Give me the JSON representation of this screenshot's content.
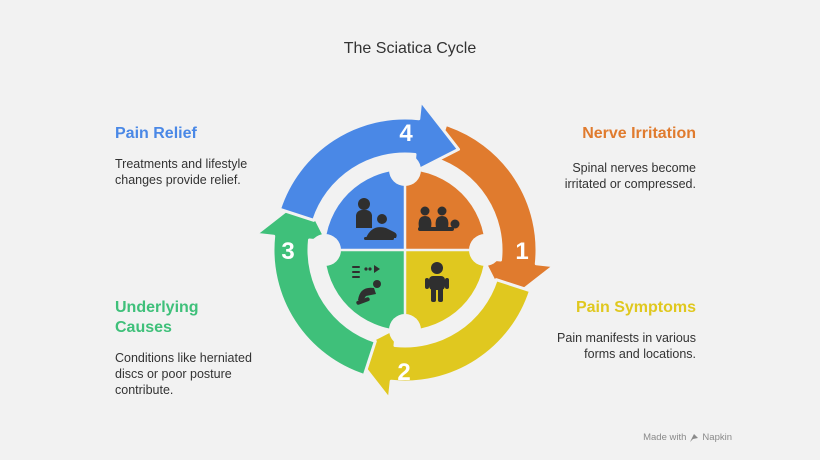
{
  "title": "The Sciatica Cycle",
  "steps": [
    {
      "number": "1",
      "heading": "Nerve Irritation",
      "description": "Spinal nerves become irritated or compressed.",
      "color": "#e07b2e",
      "icon": "nerve-compression-icon"
    },
    {
      "number": "2",
      "heading": "Pain Symptoms",
      "description": "Pain manifests in various forms and locations.",
      "color": "#e0c81f",
      "icon": "person-pain-icon"
    },
    {
      "number": "3",
      "heading": "Underlying Causes",
      "description": "Conditions like herniated discs or poor posture contribute.",
      "color": "#3fc07a",
      "icon": "seated-posture-icon"
    },
    {
      "number": "4",
      "heading": "Pain Relief",
      "description": "Treatments and lifestyle changes provide relief.",
      "color": "#4a88e6",
      "icon": "massage-treatment-icon"
    }
  ],
  "footer": {
    "made_with": "Made with",
    "brand": "Napkin"
  }
}
